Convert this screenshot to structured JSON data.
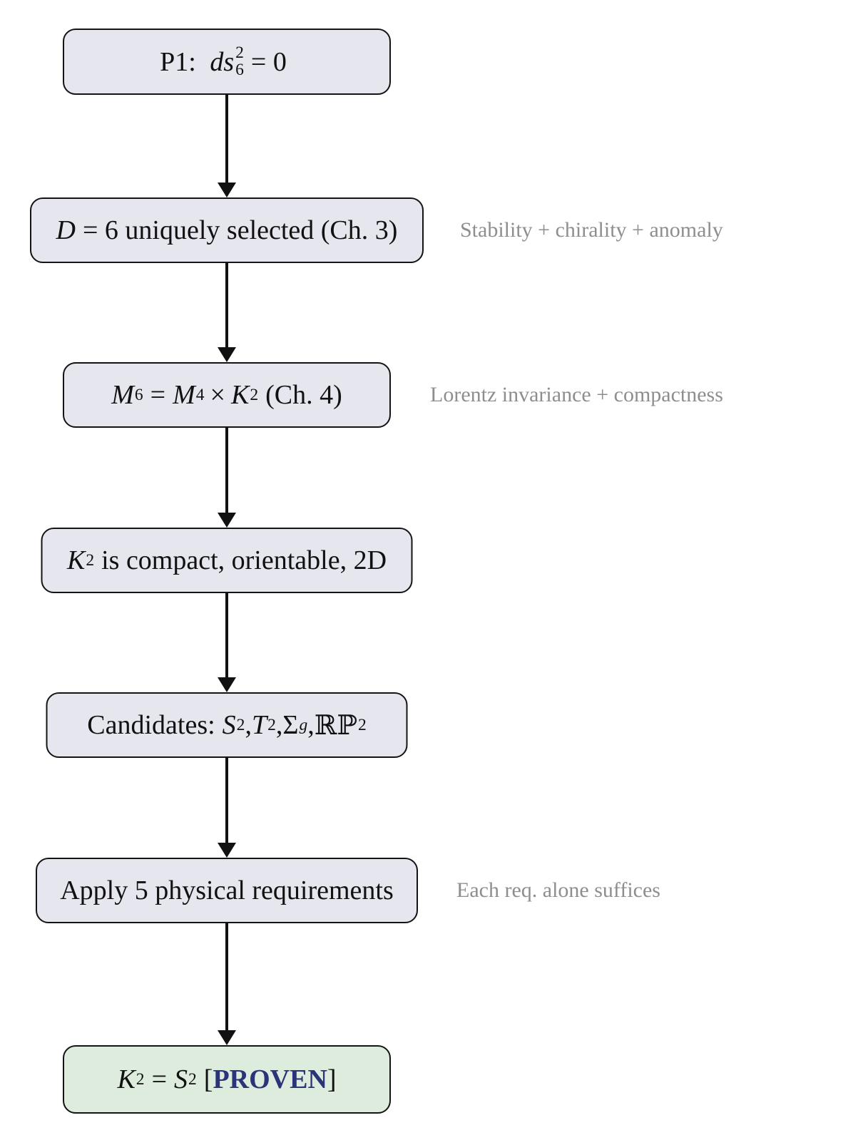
{
  "colors": {
    "box_fill": "#e6e6ee",
    "final_box_fill": "#ddecdd",
    "box_border": "#141414",
    "arrow": "#111111",
    "note_gray": "#8e8e8e",
    "proven_navy": "#2b3478"
  },
  "boxes": [
    {
      "name": "premise",
      "parts": {
        "label": "P1:",
        "var": "ds",
        "sup": "2",
        "sub": "6",
        "eq": "= 0"
      }
    },
    {
      "name": "dimension-selected",
      "parts": {
        "var": "D",
        "rest": "= 6 uniquely selected (Ch. 3)"
      }
    },
    {
      "name": "factorization",
      "parts": {
        "m": "M",
        "msup": "6",
        "eq": "=",
        "calm": "M",
        "calmsup": "4",
        "times": "×",
        "calk": "K",
        "calksup": "2",
        "ch": "(Ch. 4)"
      }
    },
    {
      "name": "k2-properties",
      "parts": {
        "calk": "K",
        "sup": "2",
        "rest": "is compact, orientable, 2D"
      }
    },
    {
      "name": "candidates",
      "parts": {
        "label": "Candidates:",
        "s": "S",
        "ssup": "2",
        "sep1": ", ",
        "t": "T",
        "tsup": "2",
        "sep2": ", ",
        "sigma": "Σ",
        "sigmasub": "g",
        "sep3": ", ",
        "rp": "ℝℙ",
        "rpsup": "2"
      }
    },
    {
      "name": "apply-requirements",
      "parts": {
        "text": "Apply 5 physical requirements"
      }
    },
    {
      "name": "conclusion",
      "parts": {
        "calk": "K",
        "sup": "2",
        "eq": "=",
        "s": "S",
        "ssup": "2",
        "open": "[",
        "proven": "PROVEN",
        "close": "]"
      }
    }
  ],
  "notes": [
    {
      "text": "Stability + chirality + anomaly"
    },
    {
      "text": "Lorentz invariance + compactness"
    },
    {
      "text": "Each req. alone suffices"
    }
  ]
}
